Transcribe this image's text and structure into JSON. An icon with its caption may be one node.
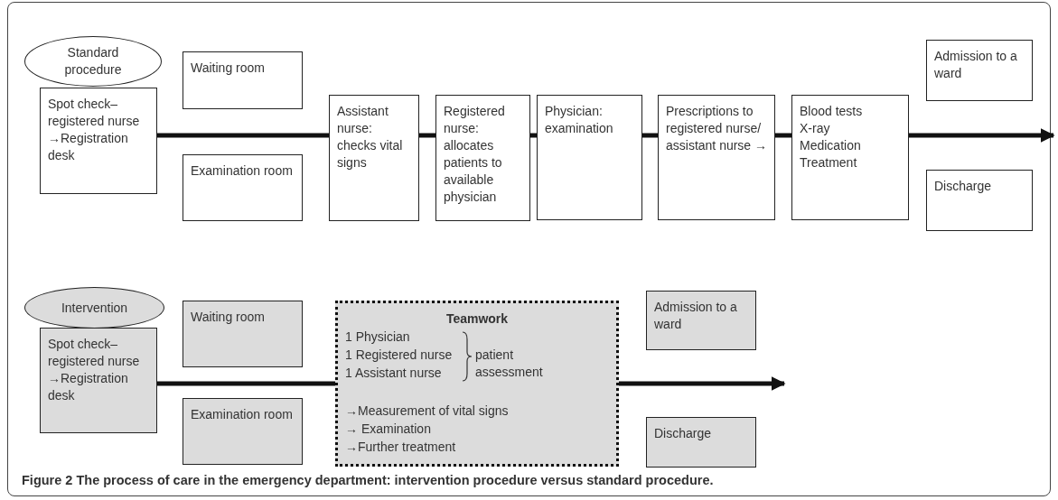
{
  "diagram": {
    "caption": "Figure 2 The process of care in the emergency department: intervention procedure versus standard procedure.",
    "nodes": [
      {
        "text": [
          "Standard procedure"
        ]
      },
      {
        "text": [
          "Spot check– registered nurse →Registration desk"
        ]
      },
      {
        "text": [
          "Waiting room"
        ]
      },
      {
        "text": [
          "Examination room"
        ]
      },
      {
        "text": [
          "Assistant nurse: checks vital signs"
        ]
      },
      {
        "text": [
          "Registered nurse: allocates patients to available physician"
        ]
      },
      {
        "text": [
          "Physician: examination"
        ]
      },
      {
        "text": [
          "Prescriptions to registered nurse/ assistant nurse →"
        ]
      },
      {
        "text": [
          "Blood tests",
          "X-ray",
          "Medication",
          "Treatment"
        ]
      },
      {
        "text": [
          "Admission to a ward"
        ]
      },
      {
        "text": [
          "Discharge"
        ]
      },
      {
        "text": [
          "Intervention"
        ]
      },
      {
        "text": [
          "Spot check– registered nurse →Registration desk"
        ]
      },
      {
        "text": [
          "Waiting room"
        ]
      },
      {
        "text": [
          "Examination room"
        ]
      },
      {
        "text": [
          "Teamwork",
          "1 Physician",
          "1 Registered nurse",
          "1 Assistant nurse",
          "patient assessment",
          "→Measurement of vital signs",
          "→ Examination",
          "→Further treatment"
        ]
      },
      {
        "text": [
          "Admission to a ward"
        ]
      },
      {
        "text": [
          "Discharge"
        ]
      }
    ],
    "edges": [
      {
        "from": 1,
        "to": 4,
        "arrow": "none"
      },
      {
        "from": 4,
        "to": 5,
        "arrow": "none"
      },
      {
        "from": 5,
        "to": 6,
        "arrow": "none"
      },
      {
        "from": 6,
        "to": 7,
        "arrow": "none"
      },
      {
        "from": 7,
        "to": 8,
        "arrow": "none"
      },
      {
        "from": 8,
        "to": null,
        "arrow": "to"
      },
      {
        "from": 12,
        "to": 15,
        "arrow": "none"
      },
      {
        "from": 15,
        "to": null,
        "arrow": "to"
      }
    ]
  }
}
